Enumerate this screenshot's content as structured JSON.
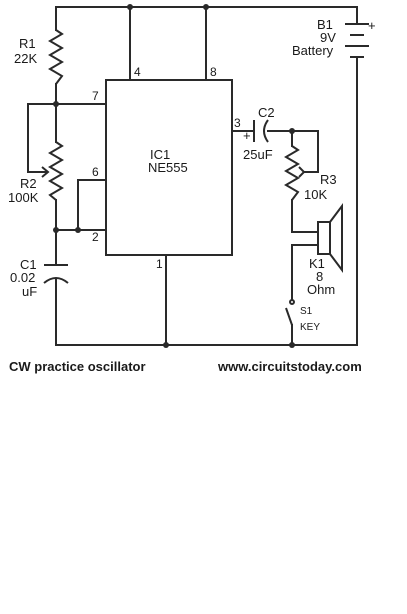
{
  "ic": {
    "ref": "IC1",
    "part": "NE555",
    "pins": {
      "p2": "2",
      "p3": "3",
      "p4": "4",
      "p6": "6",
      "p7": "7",
      "p8": "8",
      "p1": "1"
    }
  },
  "r1": {
    "ref": "R1",
    "value": "22K"
  },
  "r2": {
    "ref": "R2",
    "value": "100K"
  },
  "r3": {
    "ref": "R3",
    "value": "10K"
  },
  "c1": {
    "ref": "C1",
    "value_line1": "0.02",
    "value_line2": "uF"
  },
  "c2": {
    "ref": "C2",
    "value": "25uF",
    "polarity": "+"
  },
  "battery": {
    "ref": "B1",
    "voltage": "9V",
    "type": "Battery",
    "polarity": "+"
  },
  "speaker": {
    "ref": "K1",
    "value_line1": "8",
    "value_line2": "Ohm"
  },
  "key": {
    "ref": "S1",
    "label": "KEY"
  },
  "footer": {
    "title": "CW practice oscillator",
    "site": "www.circuitstoday.com"
  }
}
